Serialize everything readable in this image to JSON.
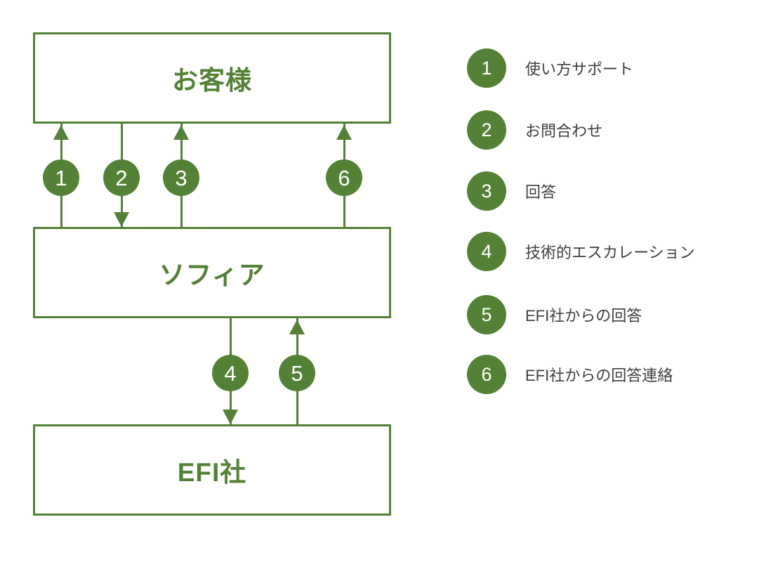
{
  "colors": {
    "accent_green": "#538135",
    "legend_text": "#404040",
    "circle_number_text": "#ffffff",
    "background": "#ffffff"
  },
  "diagram": {
    "boxes": [
      {
        "id": "customer",
        "label": "お客様"
      },
      {
        "id": "sophia",
        "label": "ソフィア"
      },
      {
        "id": "efi",
        "label": "EFI社"
      }
    ],
    "arrows": [
      {
        "num": "1",
        "direction": "up",
        "between": "sophia-customer"
      },
      {
        "num": "2",
        "direction": "down",
        "between": "customer-sophia"
      },
      {
        "num": "3",
        "direction": "up",
        "between": "sophia-customer"
      },
      {
        "num": "4",
        "direction": "down",
        "between": "sophia-efi"
      },
      {
        "num": "5",
        "direction": "up",
        "between": "efi-sophia"
      },
      {
        "num": "6",
        "direction": "up",
        "between": "sophia-customer"
      }
    ]
  },
  "legend": {
    "items": [
      {
        "num": "1",
        "label": "使い方サポート"
      },
      {
        "num": "2",
        "label": "お問合わせ"
      },
      {
        "num": "3",
        "label": "回答"
      },
      {
        "num": "4",
        "label": "技術的エスカレーション"
      },
      {
        "num": "5",
        "label": "EFI社からの回答"
      },
      {
        "num": "6",
        "label": "EFI社からの回答連絡"
      }
    ]
  }
}
